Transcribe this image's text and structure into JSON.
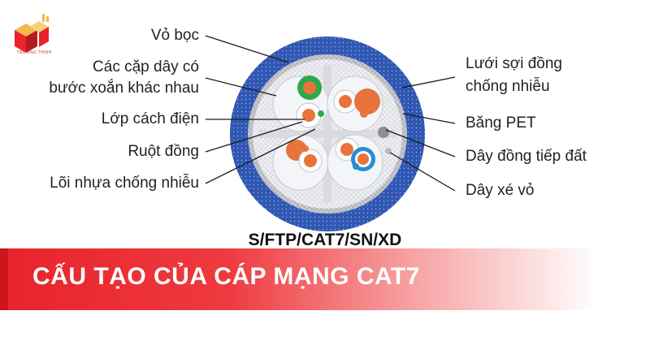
{
  "logo": {
    "text": "TRƯỜNG THỊNH"
  },
  "labels_left": [
    "Vỏ bọc",
    "Các cặp dây có",
    "bước xoắn khác nhau",
    "Lớp cách điện",
    "Ruột đồng",
    "Lõi nhựa chống nhiễu"
  ],
  "labels_right": [
    "Lưới sợi đồng",
    "chống nhiễu",
    "Băng PET",
    "Dây đồng tiếp đất",
    "Dây xé vỏ"
  ],
  "cable_code": "S/FTP/CAT7/SN/XD",
  "banner_title": "CẤU TẠO CỦA CÁP MẠNG CAT7",
  "colors": {
    "jacket": "#2f57b3",
    "shield_mesh": "#c9cbd0",
    "pet_tape": "#e7e9ee",
    "pair_orange": "#e8743b",
    "pair_green": "#2fa84a",
    "pair_blue": "#2a8bd6",
    "banner_red": "#e8232a"
  }
}
